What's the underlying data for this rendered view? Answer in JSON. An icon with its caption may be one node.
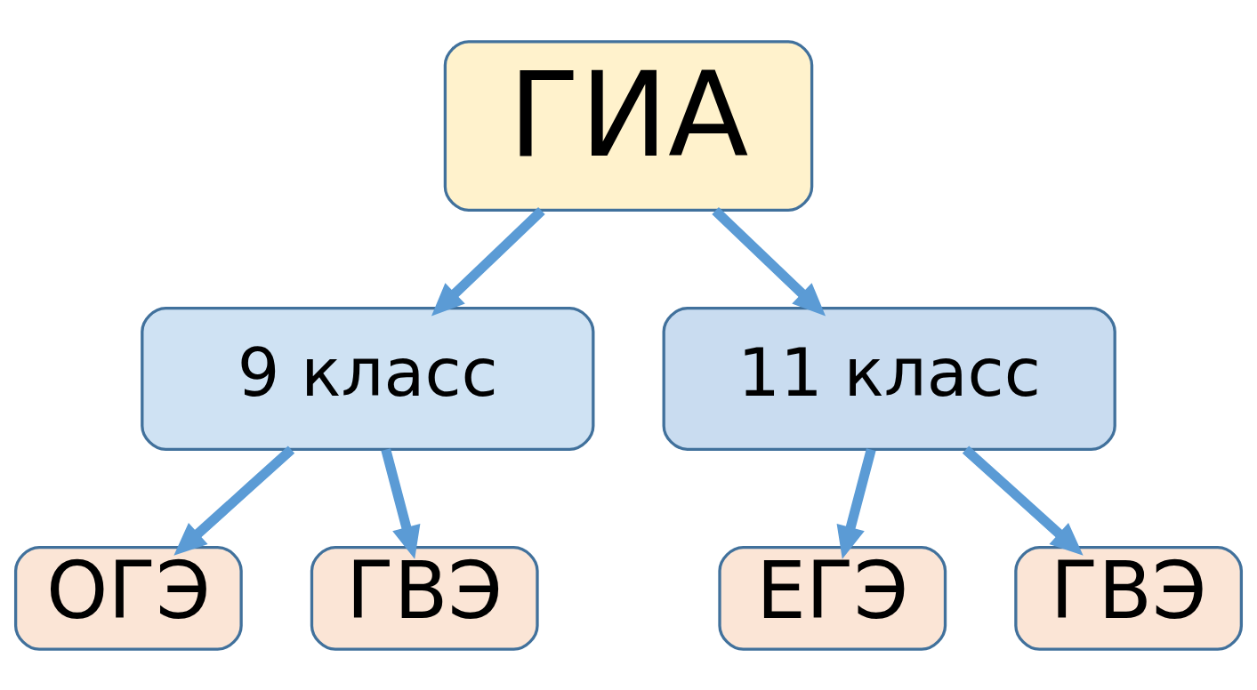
{
  "diagram": {
    "nodes": [
      {
        "text": [
          "ГИА"
        ]
      },
      {
        "text": [
          "9 класс"
        ]
      },
      {
        "text": [
          "11 класс"
        ]
      },
      {
        "text": [
          "ОГЭ"
        ]
      },
      {
        "text": [
          "ГВЭ"
        ]
      },
      {
        "text": [
          "ЕГЭ"
        ]
      },
      {
        "text": [
          "ГВЭ"
        ]
      }
    ],
    "edges": [
      {
        "from": 0,
        "to": 1,
        "arrow": "to"
      },
      {
        "from": 0,
        "to": 2,
        "arrow": "to"
      },
      {
        "from": 1,
        "to": 3,
        "arrow": "to"
      },
      {
        "from": 1,
        "to": 4,
        "arrow": "to"
      },
      {
        "from": 2,
        "to": 5,
        "arrow": "to"
      },
      {
        "from": 2,
        "to": 6,
        "arrow": "to"
      }
    ]
  }
}
